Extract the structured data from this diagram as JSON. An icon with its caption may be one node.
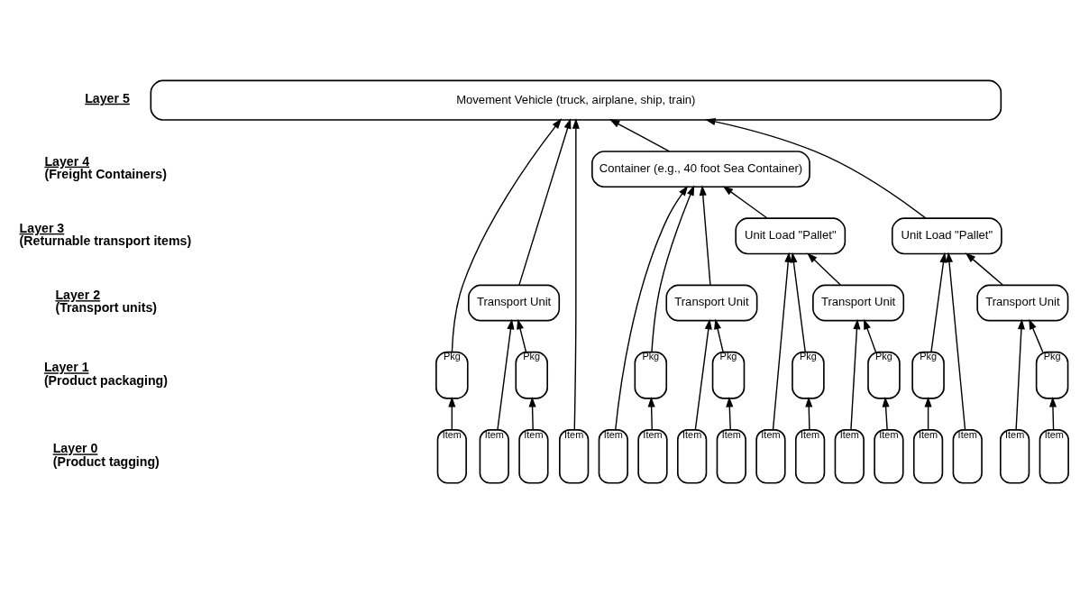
{
  "diagram": {
    "nodes": [
      {
        "text": [
          "Movement Vehicle (truck, airplane, ship, train)"
        ]
      },
      {
        "text": [
          "Container (e.g., 40 foot Sea Container)"
        ]
      },
      {
        "text": [
          "Unit Load \"Pallet\""
        ]
      },
      {
        "text": [
          "Unit Load \"Pallet\""
        ]
      },
      {
        "text": [
          "Transport Unit"
        ]
      },
      {
        "text": [
          "Transport Unit"
        ]
      },
      {
        "text": [
          "Transport Unit"
        ]
      },
      {
        "text": [
          "Transport Unit"
        ]
      },
      {
        "text": [
          "Pkg"
        ]
      },
      {
        "text": [
          "Pkg"
        ]
      },
      {
        "text": [
          "Pkg"
        ]
      },
      {
        "text": [
          "Pkg"
        ]
      },
      {
        "text": [
          "Pkg"
        ]
      },
      {
        "text": [
          "Pkg"
        ]
      },
      {
        "text": [
          "Pkg"
        ]
      },
      {
        "text": [
          "Pkg"
        ]
      },
      {
        "text": [
          "Item"
        ]
      },
      {
        "text": [
          "Item"
        ]
      },
      {
        "text": [
          "Item"
        ]
      },
      {
        "text": [
          "Item"
        ]
      },
      {
        "text": [
          "Item"
        ]
      },
      {
        "text": [
          "Item"
        ]
      },
      {
        "text": [
          "Item"
        ]
      },
      {
        "text": [
          "Item"
        ]
      },
      {
        "text": [
          "Item"
        ]
      },
      {
        "text": [
          "Item"
        ]
      },
      {
        "text": [
          "Item"
        ]
      },
      {
        "text": [
          "Item"
        ]
      },
      {
        "text": [
          "Item"
        ]
      },
      {
        "text": [
          "Item"
        ]
      },
      {
        "text": [
          "Item"
        ]
      },
      {
        "text": [
          "Item"
        ]
      }
    ],
    "edges": [
      {
        "from": 16,
        "to": 8,
        "arrow": "to"
      },
      {
        "from": 17,
        "to": 4,
        "arrow": "to"
      },
      {
        "from": 18,
        "to": 9,
        "arrow": "to"
      },
      {
        "from": 19,
        "to": 2,
        "arrow": "to"
      },
      {
        "from": 20,
        "to": 10,
        "arrow": "to"
      },
      {
        "from": 21,
        "to": 5,
        "arrow": "to"
      },
      {
        "from": 22,
        "to": 11,
        "arrow": "to"
      },
      {
        "from": 23,
        "to": 1,
        "arrow": "to"
      },
      {
        "from": 24,
        "to": 12,
        "arrow": "to"
      },
      {
        "from": 25,
        "to": 6,
        "arrow": "to"
      },
      {
        "from": 26,
        "to": 13,
        "arrow": "to"
      },
      {
        "from": 27,
        "to": 3,
        "arrow": "to"
      },
      {
        "from": 28,
        "to": 14,
        "arrow": "to"
      },
      {
        "from": 29,
        "to": 7,
        "arrow": "to"
      },
      {
        "from": 30,
        "to": 15,
        "arrow": "to"
      },
      {
        "from": 31,
        "to": 0,
        "arrow": "to"
      },
      {
        "from": 8,
        "to": 4,
        "arrow": "to"
      },
      {
        "from": 9,
        "to": 2,
        "arrow": "to"
      },
      {
        "from": 10,
        "to": 5,
        "arrow": "to"
      },
      {
        "from": 11,
        "to": 1,
        "arrow": "to"
      },
      {
        "from": 12,
        "to": 6,
        "arrow": "to"
      },
      {
        "from": 13,
        "to": 3,
        "arrow": "to"
      },
      {
        "from": 14,
        "to": 7,
        "arrow": "to"
      },
      {
        "from": 15,
        "to": 0,
        "arrow": "to"
      },
      {
        "from": 4,
        "to": 2,
        "arrow": "to"
      },
      {
        "from": 5,
        "to": 1,
        "arrow": "to"
      },
      {
        "from": 6,
        "to": 3,
        "arrow": "to"
      },
      {
        "from": 7,
        "to": 0,
        "arrow": "to"
      },
      {
        "from": 2,
        "to": 1,
        "arrow": "to"
      },
      {
        "from": 3,
        "to": 0,
        "arrow": "to"
      },
      {
        "from": 1,
        "to": 0,
        "arrow": "to"
      }
    ],
    "labels": [
      "Layer 5",
      "Layer 4 (Freight Containers)",
      "Layer 3 (Returnable transport items)",
      "Layer 2 (Transport units)",
      "Layer 1 (Product packaging)",
      "Layer 0 (Product tagging)"
    ]
  }
}
